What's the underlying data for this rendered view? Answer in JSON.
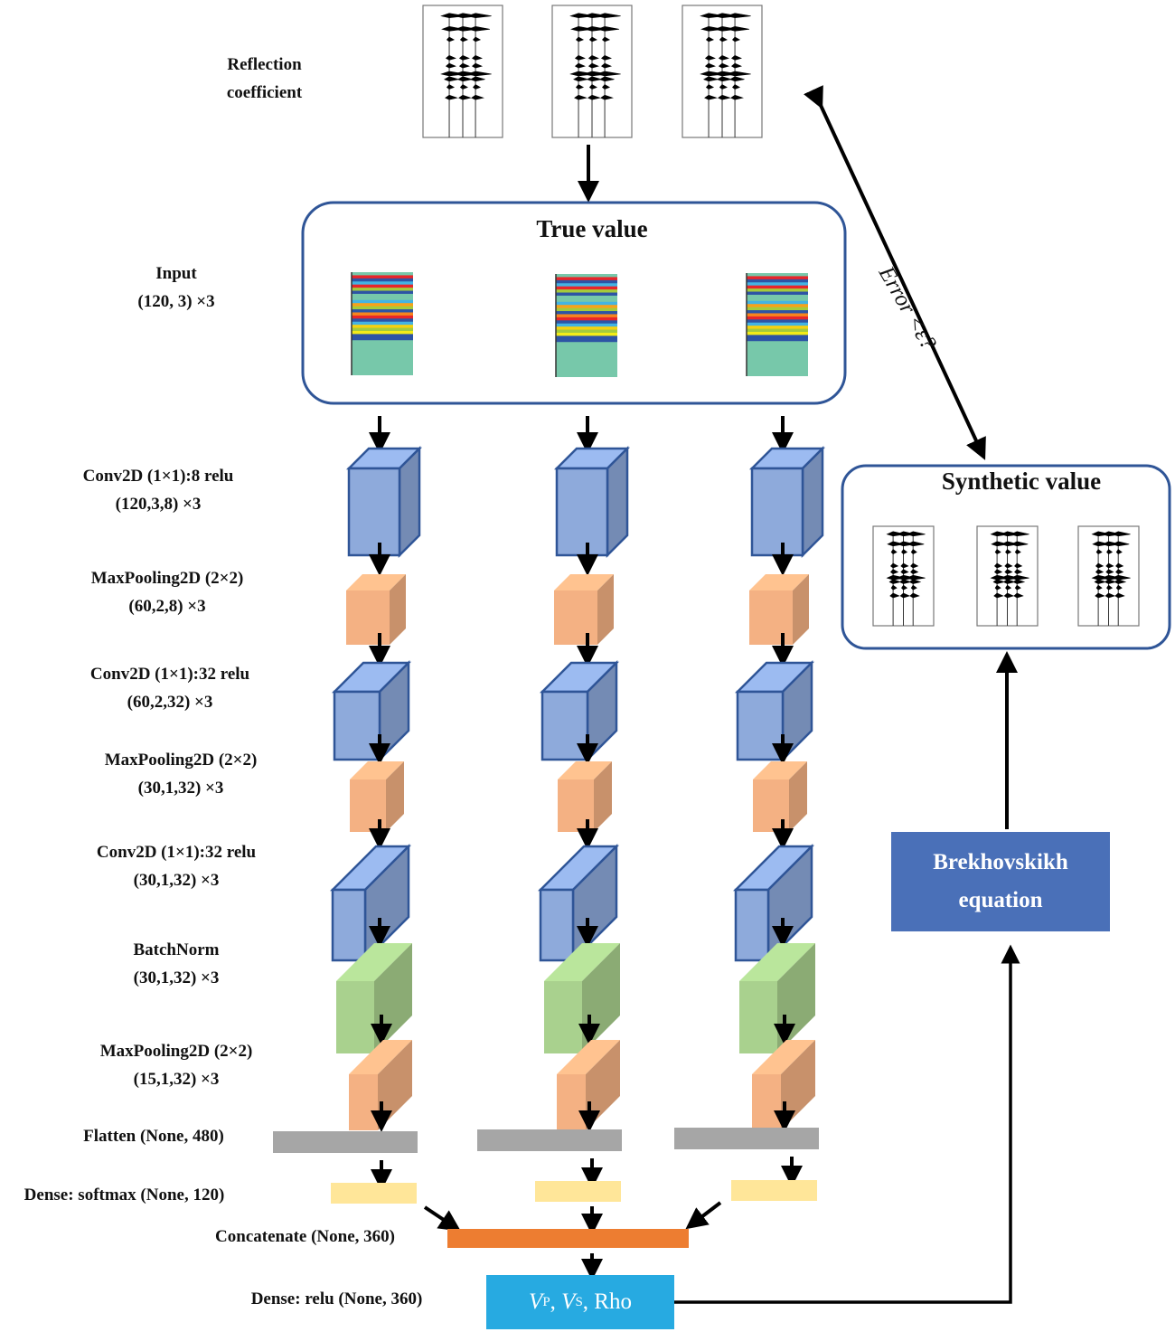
{
  "labels": {
    "reflection": [
      "Reflection",
      "coefficient"
    ],
    "input": [
      "Input",
      "(120, 3) ×3"
    ],
    "conv1": [
      "Conv2D (1×1):8 relu",
      "(120,3,8) ×3"
    ],
    "pool1": [
      "MaxPooling2D (2×2)",
      "(60,2,8) ×3"
    ],
    "conv2": [
      "Conv2D (1×1):32 relu",
      "(60,2,32) ×3"
    ],
    "pool2": [
      "MaxPooling2D (2×2)",
      "(30,1,32) ×3"
    ],
    "conv3": [
      "Conv2D (1×1):32 relu",
      "(30,1,32) ×3"
    ],
    "batchnorm": [
      "BatchNorm",
      "(30,1,32) ×3"
    ],
    "pool3": [
      "MaxPooling2D (2×2)",
      "(15,1,32) ×3"
    ],
    "flatten": "Flatten (None, 480)",
    "dense_softmax": "Dense: softmax (None, 120)",
    "concatenate": "Concatenate (None, 360)",
    "dense_relu": "Dense: relu (None, 360)"
  },
  "boxes": {
    "true_value": "True value",
    "synthetic_value": "Synthetic value",
    "brekhovskikh": [
      "Brekhovskikh",
      "equation"
    ],
    "output": {
      "vp": "V",
      "vp_sub": "P",
      "vs": "V",
      "vs_sub": "S",
      "rho": "Rho",
      "sep": ", "
    }
  },
  "error_label": "Error <ε?",
  "colors": {
    "conv": "#8eaadb",
    "pool": "#f4b183",
    "batchnorm": "#a9d18e",
    "flatten": "#a6a6a6",
    "dense": "#ffe699",
    "concatenate": "#ed7d31",
    "output": "#27aae1",
    "brekhovskikh": "#4a70b8",
    "frame": "#2f5597"
  }
}
